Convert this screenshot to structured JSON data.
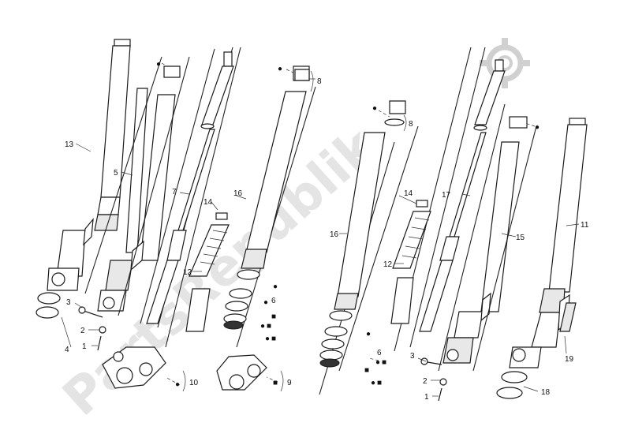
{
  "watermark": {
    "text": "PartsRepublik"
  },
  "labels": {
    "l1": "1",
    "l2": "2",
    "l3": "3",
    "l4": "4",
    "l5": "5",
    "l6": "6",
    "l7": "7",
    "l8": "8",
    "l9": "9",
    "l10": "10",
    "l11": "11",
    "l12": "12",
    "l13": "13",
    "l14": "14",
    "l15": "15",
    "l16": "16",
    "l17": "17",
    "l18": "18",
    "l19": "19",
    "r1": "1",
    "r2": "2",
    "r3": "3",
    "r6": "6",
    "r8": "8",
    "r12": "12",
    "r14": "14",
    "r16": "16"
  },
  "markers": {
    "dot": "●",
    "square": "■"
  },
  "colors": {
    "line": "#1a1a1a",
    "watermark": "#cfcfcf",
    "background": "#ffffff"
  },
  "icons": {
    "watermark_logo": "gear-icon"
  }
}
